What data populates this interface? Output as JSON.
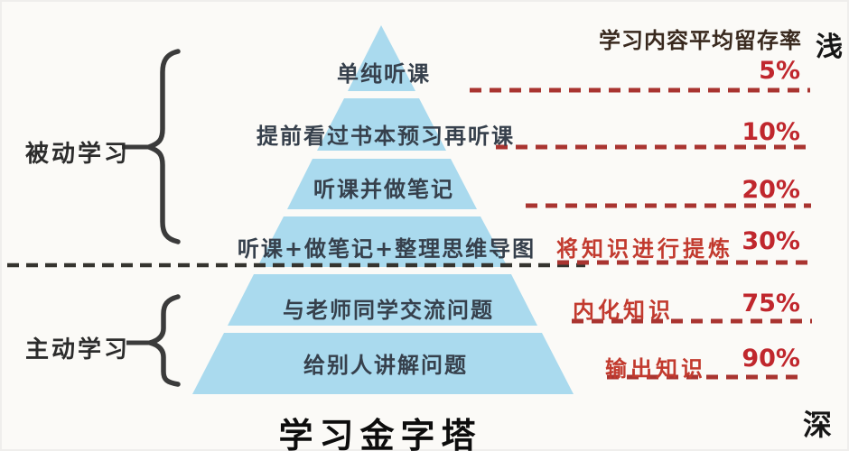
{
  "title": "学习金字塔",
  "column_header": "学习内容平均留存率",
  "depth_scale": {
    "top": "浅",
    "bottom": "深"
  },
  "groups": {
    "passive": {
      "label": "被动学习"
    },
    "active": {
      "label": "主动学习"
    }
  },
  "levels": [
    {
      "label": "单纯听课",
      "percent": "5%"
    },
    {
      "label": "提前看过书本预习再听课",
      "percent": "10%"
    },
    {
      "label": "听课并做笔记",
      "percent": "20%"
    },
    {
      "label": "听课+做笔记+整理思维导图",
      "percent": "30%",
      "annotation": "将知识进行提炼"
    },
    {
      "label": "与老师同学交流问题",
      "percent": "75%",
      "annotation": "内化知识"
    },
    {
      "label": "给别人讲解问题",
      "percent": "90%",
      "annotation": "输出知识"
    }
  ],
  "colors": {
    "pyramid_fill": "#aadaee",
    "level_text": "#36404c",
    "percent_red": "#c0272d",
    "annotation_red": "#c23a2e",
    "dash_red": "#a93430",
    "dash_dark": "#35342f",
    "brace": "#3b3b3b",
    "header_text": "#39291e",
    "title_text": "#0d0d0d"
  }
}
